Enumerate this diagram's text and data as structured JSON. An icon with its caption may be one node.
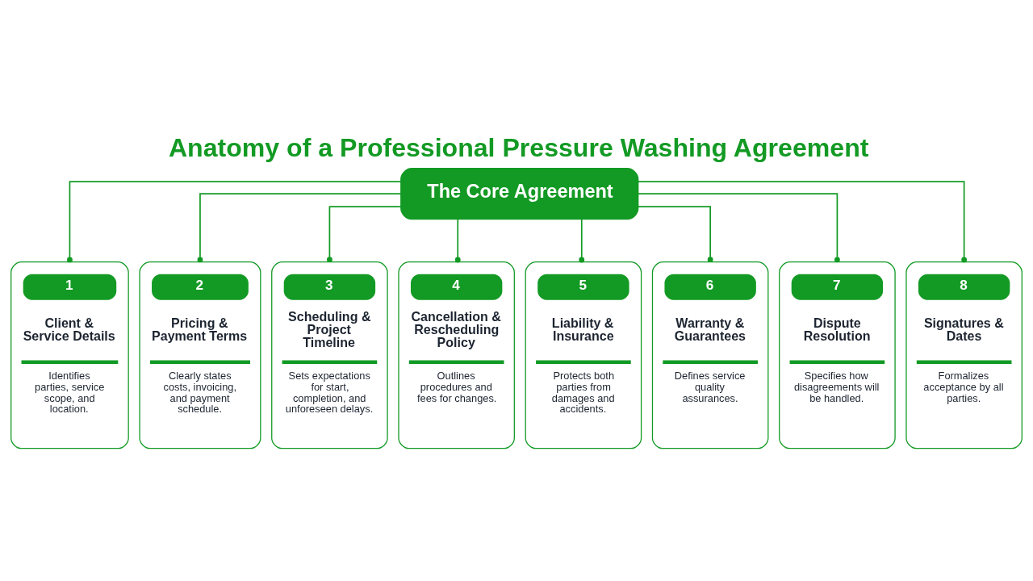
{
  "diagram": {
    "title": "Anatomy of a Professional Pressure Washing Agreement",
    "nodes": [
      {
        "text": [
          "The Core Agreement"
        ]
      },
      {
        "text": [
          "1",
          "Client & Service Details",
          "Identifies parties, service scope, and location."
        ]
      },
      {
        "text": [
          "2",
          "Pricing & Payment Terms",
          "Clearly states costs, invoicing, and payment schedule."
        ]
      },
      {
        "text": [
          "3",
          "Scheduling & Project Timeline",
          "Sets expectations for start, completion, and unforeseen delays."
        ]
      },
      {
        "text": [
          "4",
          "Cancellation & Rescheduling Policy",
          "Outlines procedures and fees for changes."
        ]
      },
      {
        "text": [
          "5",
          "Liability & Insurance",
          "Protects both parties from damages and accidents."
        ]
      },
      {
        "text": [
          "6",
          "Warranty & Guarantees",
          "Defines service quality assurances."
        ]
      },
      {
        "text": [
          "7",
          "Dispute Resolution",
          "Specifies how disagreements will be handled."
        ]
      },
      {
        "text": [
          "8",
          "Signatures & Dates",
          "Formalizes acceptance by all parties."
        ]
      }
    ],
    "edges": [
      {
        "from": 0,
        "to": 1,
        "arrow": "other"
      },
      {
        "from": 0,
        "to": 2,
        "arrow": "other"
      },
      {
        "from": 0,
        "to": 3,
        "arrow": "other"
      },
      {
        "from": 0,
        "to": 4,
        "arrow": "other"
      },
      {
        "from": 0,
        "to": 5,
        "arrow": "other"
      },
      {
        "from": 0,
        "to": 6,
        "arrow": "other"
      },
      {
        "from": 0,
        "to": 7,
        "arrow": "other"
      },
      {
        "from": 0,
        "to": 8,
        "arrow": "other"
      }
    ]
  }
}
